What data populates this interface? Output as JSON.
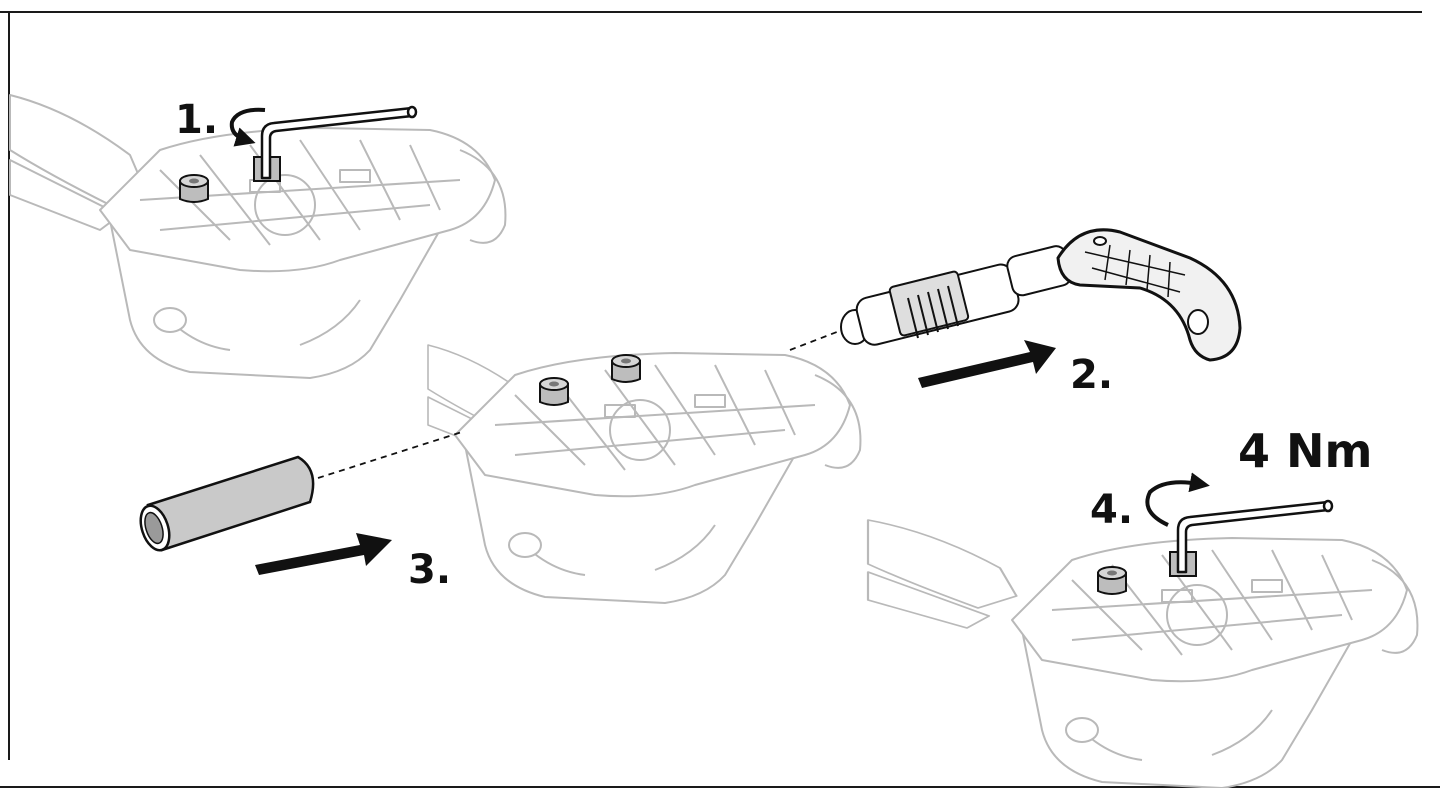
{
  "steps": {
    "step1": "1.",
    "step2": "2.",
    "step3": "3.",
    "step4": "4.",
    "torque": "4 Nm"
  },
  "colors": {
    "line_art": "#b9b9b9",
    "ink": "#111111",
    "part_fill": "#c9c9c9",
    "frame": "#1a1a1a"
  },
  "icons": {
    "rotate_loosen": "counter-clockwise-arrow-icon",
    "rotate_tighten": "clockwise-arrow-icon",
    "insert_arrow": "direction-arrow-icon",
    "tool": "hex-key-icon"
  }
}
